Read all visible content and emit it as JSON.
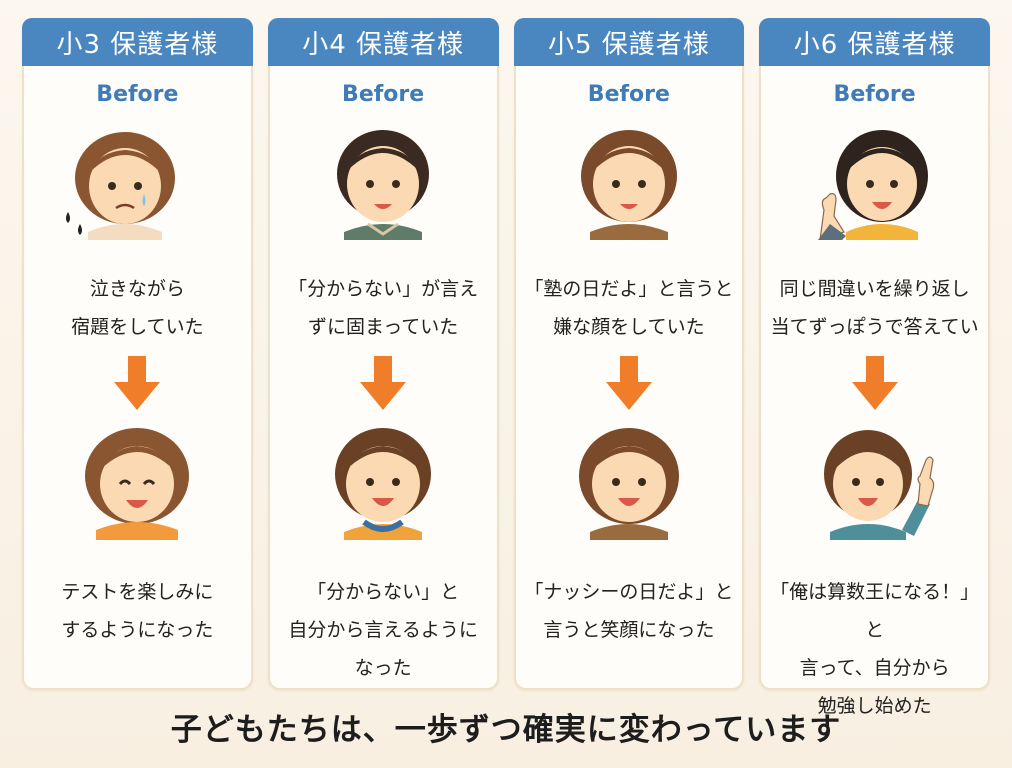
{
  "columns": [
    {
      "header": "小3 保護者様",
      "before_label": "Before",
      "before_lines": [
        "泣きながら",
        "宿題をしていた"
      ],
      "after_lines": [
        "テストを楽しみに",
        "するようになった"
      ]
    },
    {
      "header": "小4 保護者様",
      "before_label": "Before",
      "before_lines": [
        "「分からない」が言え",
        "ずに固まっていた"
      ],
      "after_lines": [
        "「分からない」と",
        "自分から言えるように",
        "なった"
      ]
    },
    {
      "header": "小5 保護者様",
      "before_label": "Before",
      "before_lines": [
        "「塾の日だよ」と言うと",
        "嫌な顔をしていた"
      ],
      "after_lines": [
        "「ナッシーの日だよ」と",
        "言うと笑顔になった"
      ]
    },
    {
      "header": "小6 保護者様",
      "before_label": "Before",
      "before_lines": [
        "同じ間違いを繰り返し",
        "当てずっぽうで答えていた"
      ],
      "after_lines": [
        "「俺は算数王になる！」と",
        "言って、自分から",
        "勉強し始めた"
      ]
    }
  ],
  "footer": "子どもたちは、一歩ずつ確実に変わっています",
  "colors": {
    "header_bg": "#4a86bf",
    "before_label": "#3f7bb7",
    "arrow": "#ef7d2a",
    "card_border": "#efe0c8"
  }
}
